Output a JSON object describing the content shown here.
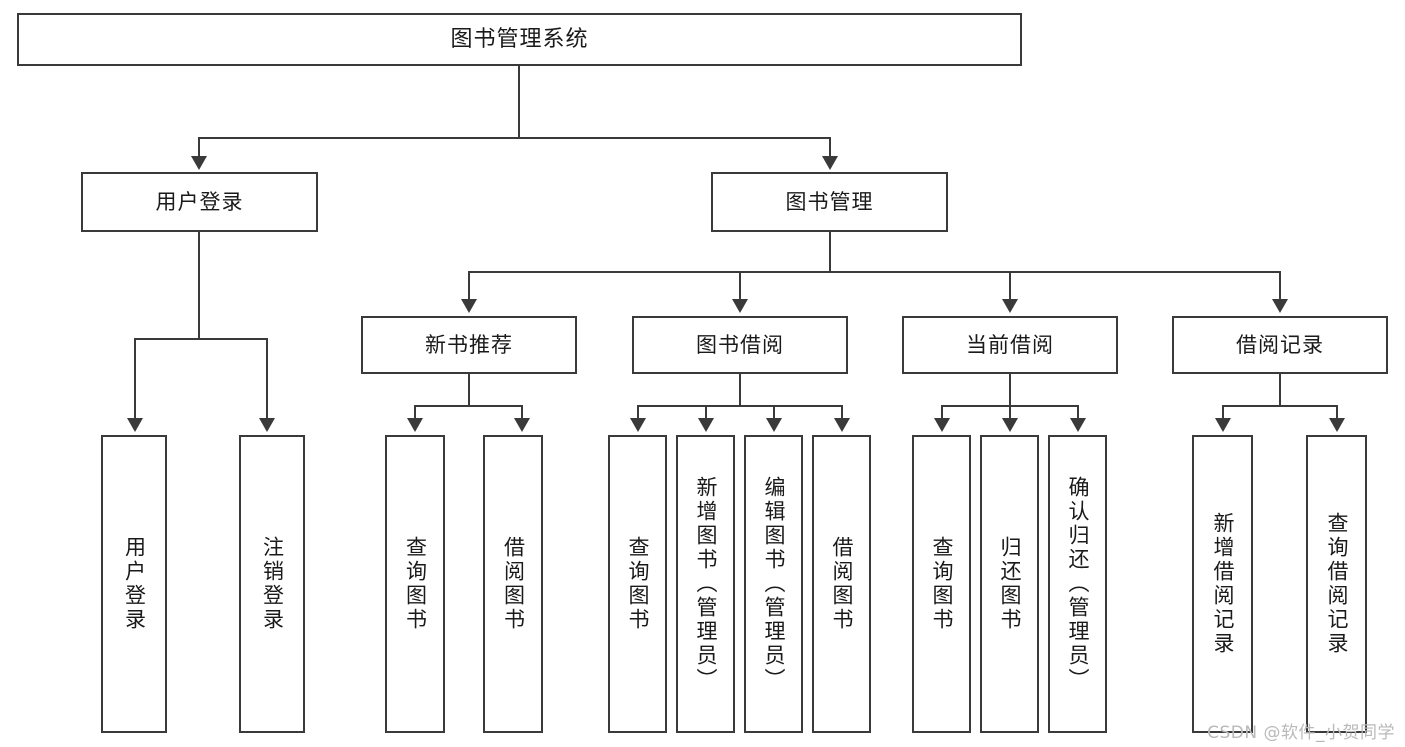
{
  "diagram": {
    "title_node": {
      "label": "图书管理系统"
    },
    "level2": [
      {
        "label": "用户登录"
      },
      {
        "label": "图书管理"
      }
    ],
    "level3": [
      {
        "label": "新书推荐"
      },
      {
        "label": "图书借阅"
      },
      {
        "label": "当前借阅"
      },
      {
        "label": "借阅记录"
      }
    ],
    "leaves": [
      {
        "label": "用户登录"
      },
      {
        "label": "注销登录"
      },
      {
        "label": "查询图书"
      },
      {
        "label": "借阅图书"
      },
      {
        "label": "查询图书"
      },
      {
        "label": "新增图书（管理员）"
      },
      {
        "label": "编辑图书（管理员）"
      },
      {
        "label": "借阅图书"
      },
      {
        "label": "查询图书"
      },
      {
        "label": "归还图书"
      },
      {
        "label": "确认归还（管理员）"
      },
      {
        "label": "新增借阅记录"
      },
      {
        "label": "查询借阅记录"
      }
    ],
    "watermark": "CSDN @软件_小贺同学",
    "colors": {
      "stroke": "#3a3a3a",
      "fill": "#ffffff",
      "text": "#1a1a1a",
      "watermark": "#b9b9b9"
    }
  }
}
